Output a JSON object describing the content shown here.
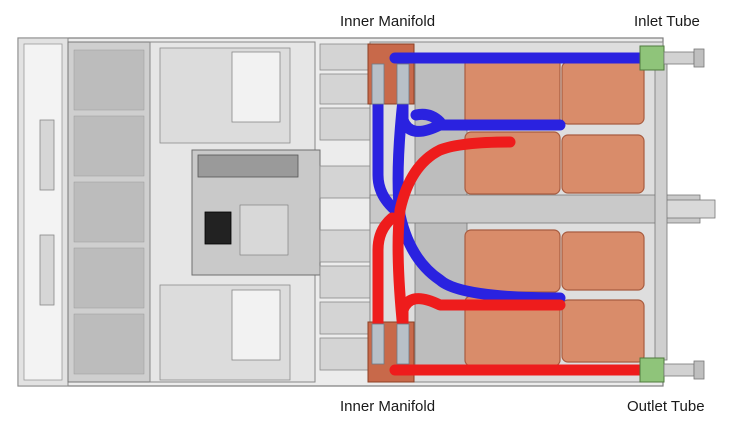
{
  "labels": {
    "inner_manifold_top": "Inner Manifold",
    "inlet_tube": "Inlet Tube",
    "inner_manifold_bottom": "Inner Manifold",
    "outlet_tube": "Outlet Tube"
  },
  "colors": {
    "chassis": "#e9e9e9",
    "chassis_dark": "#8e8e8e",
    "board": "#d2d2d2",
    "cold_plate": "#d98c6a",
    "cold_plate_edge": "#b8674a",
    "manifold": "#c8694a",
    "cold_line": "#2a22e0",
    "hot_line": "#ee1c1c",
    "coupling": "#8fc47a"
  }
}
